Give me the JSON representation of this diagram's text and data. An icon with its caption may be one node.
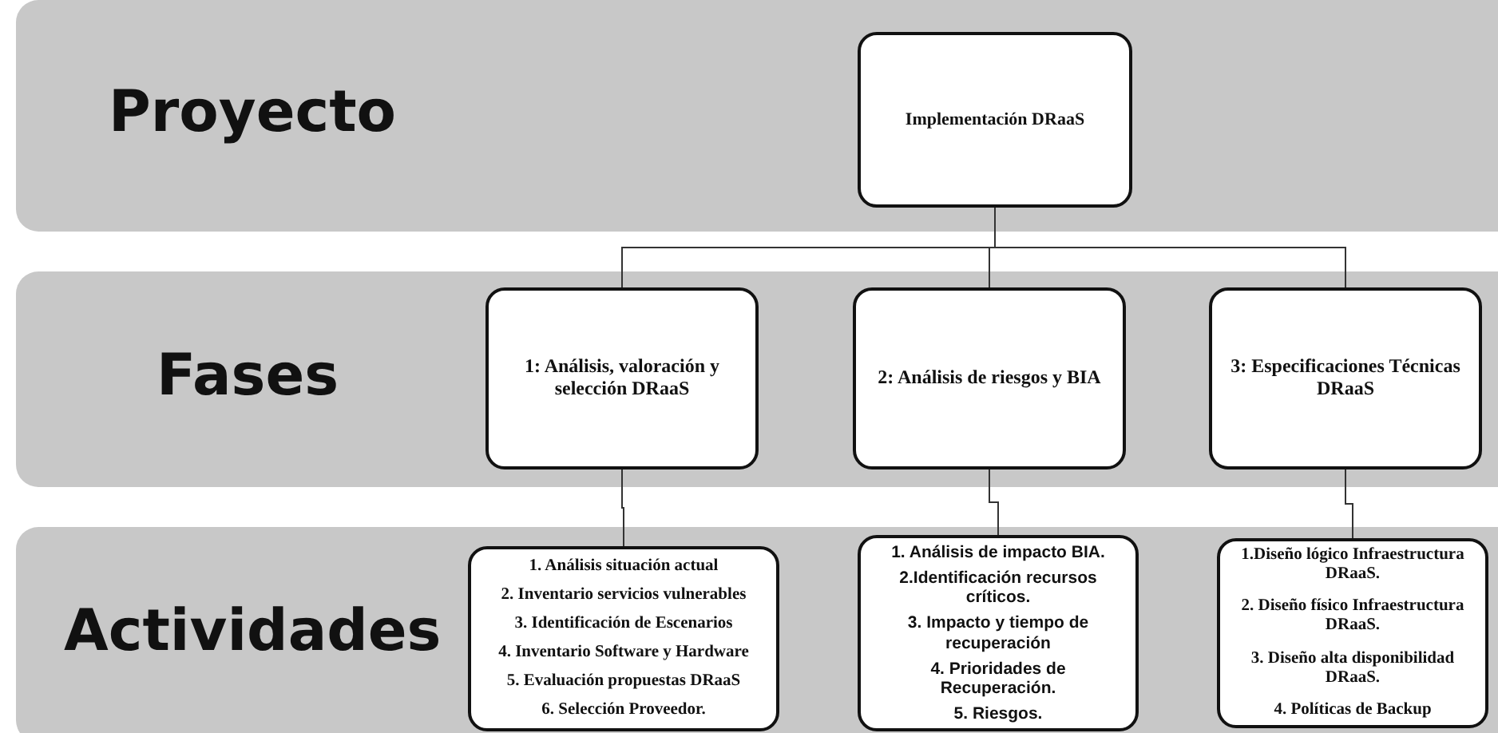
{
  "diagram": {
    "nodes": [
      {
        "text": [
          "Proyecto"
        ]
      },
      {
        "text": [
          "Implementación DRaaS"
        ],
        "in": 0
      },
      {
        "text": [
          "Fases"
        ]
      },
      {
        "text": [
          "1: Análisis, valoración y selección DRaaS"
        ],
        "in": 2
      },
      {
        "text": [
          "2: Análisis de riesgos  y BIA"
        ],
        "in": 2
      },
      {
        "text": [
          "3: Especificaciones Técnicas DRaaS"
        ],
        "in": 2
      },
      {
        "text": [
          "Actividades"
        ]
      },
      {
        "text": [
          "1. Análisis situación actual",
          "2. Inventario servicios vulnerables",
          "3. Identificación de Escenarios",
          "4. Inventario Software y Hardware",
          "5. Evaluación propuestas DRaaS",
          "6. Selección Proveedor."
        ],
        "in": 6
      },
      {
        "text": [
          "1. Análisis de impacto BIA.",
          "2.Identificación recursos críticos.",
          "3. Impacto y tiempo de recuperación",
          "4. Prioridades de Recuperación.",
          "5. Riesgos."
        ],
        "in": 6
      },
      {
        "text": [
          "1.Diseño lógico Infraestructura DRaaS.",
          "2. Diseño físico Infraestructura DRaaS.",
          "3. Diseño alta disponibilidad DRaaS.",
          "4. Políticas de Backup"
        ],
        "in": 6
      }
    ],
    "edges": [
      {
        "from": 1,
        "to": 3,
        "arrow": "none"
      },
      {
        "from": 1,
        "to": 4,
        "arrow": "none"
      },
      {
        "from": 1,
        "to": 5,
        "arrow": "none"
      },
      {
        "from": 3,
        "to": 7,
        "arrow": "none"
      },
      {
        "from": 4,
        "to": 8,
        "arrow": "none"
      },
      {
        "from": 5,
        "to": 9,
        "arrow": "none"
      }
    ]
  }
}
